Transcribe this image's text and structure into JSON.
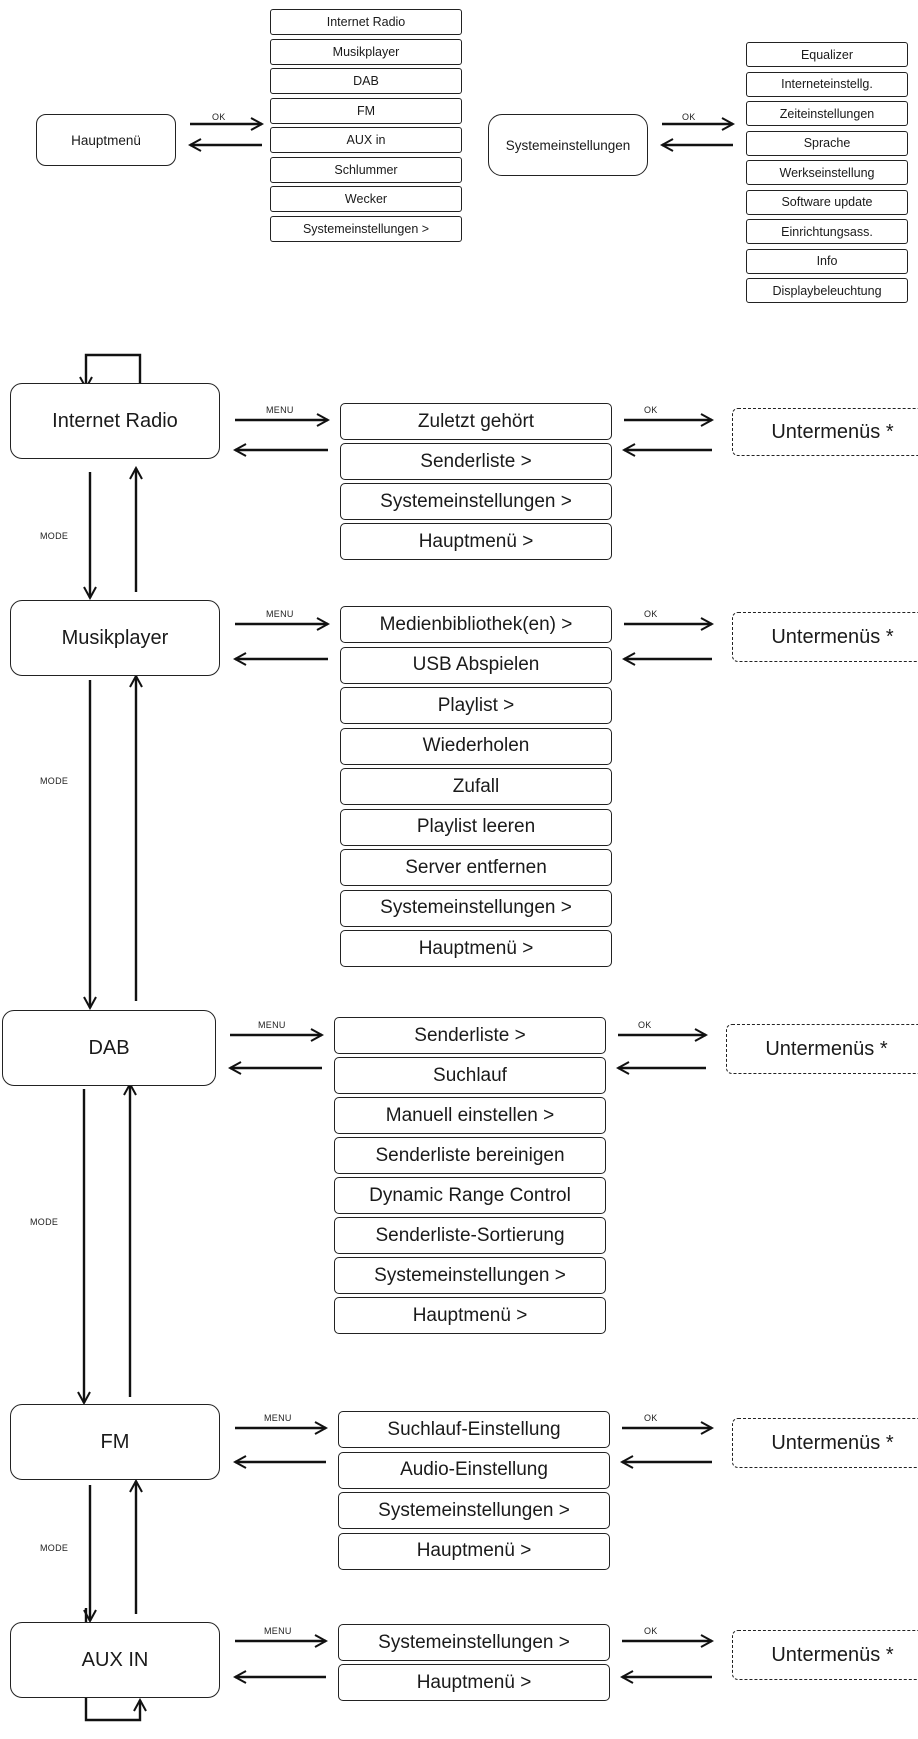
{
  "top_main": {
    "label": "Hauptmenü",
    "arrow_label": "OK",
    "items": [
      "Internet Radio",
      "Musikplayer",
      "DAB",
      "FM",
      "AUX in",
      "Schlummer",
      "Wecker",
      "Systemeinstellungen >"
    ]
  },
  "top_system": {
    "label": "Systemeinstellungen",
    "arrow_label": "OK",
    "items": [
      "Equalizer",
      "Interneteinstellg.",
      "Zeiteinstellungen",
      "Sprache",
      "Werkseinstellung",
      "Software update",
      "Einrichtungsass.",
      "Info",
      "Displaybeleuchtung"
    ]
  },
  "labels": {
    "menu": "MENU",
    "ok": "OK",
    "mode": "MODE",
    "submenus": "Untermenüs *"
  },
  "modes": [
    {
      "label": "Internet Radio",
      "items": [
        "Zuletzt gehört",
        "Senderliste >",
        "Systemeinstellungen >",
        "Hauptmenü >"
      ]
    },
    {
      "label": "Musikplayer",
      "items": [
        "Medienbibliothek(en) >",
        "USB Abspielen",
        "Playlist >",
        "Wiederholen",
        "Zufall",
        "Playlist leeren",
        "Server entfernen",
        "Systemeinstellungen >",
        "Hauptmenü >"
      ]
    },
    {
      "label": "DAB",
      "items": [
        "Senderliste >",
        "Suchlauf",
        "Manuell einstellen >",
        "Senderliste bereinigen",
        "Dynamic Range Control",
        "Senderliste-Sortierung",
        "Systemeinstellungen >",
        "Hauptmenü >"
      ]
    },
    {
      "label": "FM",
      "items": [
        "Suchlauf-Einstellung",
        "Audio-Einstellung",
        "Systemeinstellungen >",
        "Hauptmenü >"
      ]
    },
    {
      "label": "AUX IN",
      "items": [
        "Systemeinstellungen >",
        "Hauptmenü >"
      ]
    }
  ]
}
